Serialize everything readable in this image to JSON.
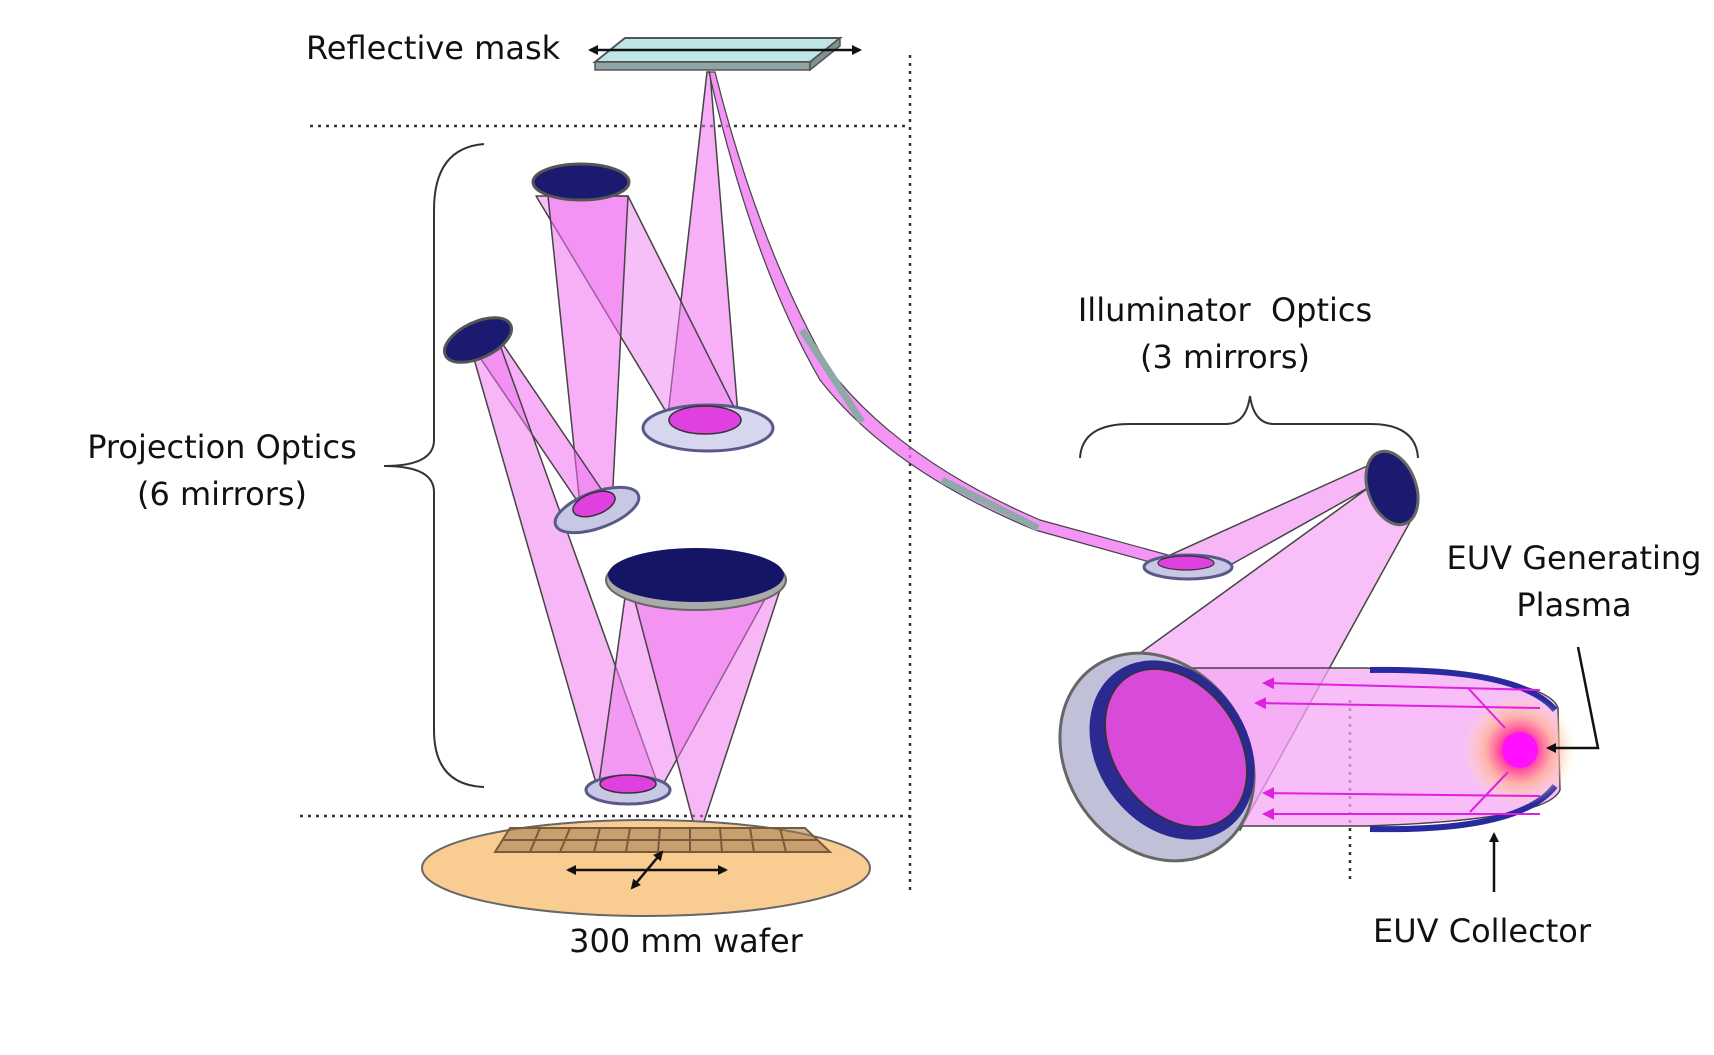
{
  "labels": {
    "mask": "Reflective mask",
    "projection_line1": "Projection Optics",
    "projection_line2": "(6 mirrors)",
    "illuminator_line1": "Illuminator  Optics",
    "illuminator_line2": "(3 mirrors)",
    "plasma_line1": "EUV Generating",
    "plasma_line2": "Plasma",
    "collector": "EUV Collector",
    "wafer": "300 mm wafer"
  },
  "colors": {
    "beam": "#f070f0",
    "mirror_face": "#16167a",
    "wafer": "#f9cc92",
    "mask": "#bfe6e6"
  }
}
